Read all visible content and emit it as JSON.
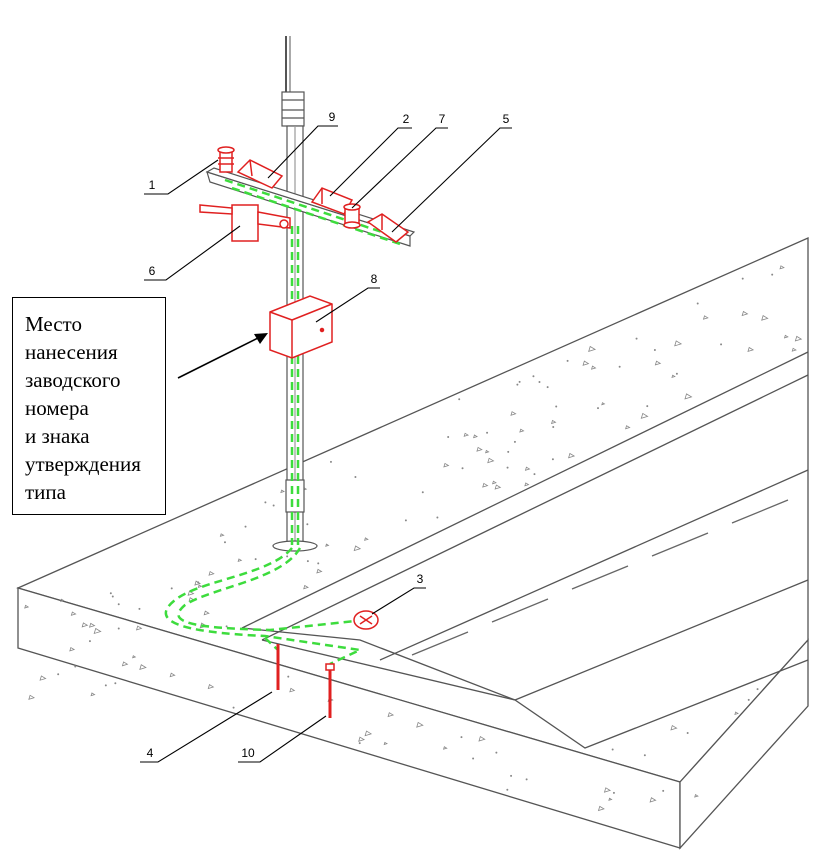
{
  "note": {
    "lines": [
      "Место",
      "нанесения",
      "заводского",
      "номера",
      "и знака",
      "утверждения",
      "типа"
    ]
  },
  "callouts": [
    {
      "id": "1",
      "label": "1"
    },
    {
      "id": "2",
      "label": "2"
    },
    {
      "id": "3",
      "label": "3"
    },
    {
      "id": "4",
      "label": "4"
    },
    {
      "id": "5",
      "label": "5"
    },
    {
      "id": "6",
      "label": "6"
    },
    {
      "id": "7",
      "label": "7"
    },
    {
      "id": "8",
      "label": "8"
    },
    {
      "id": "9",
      "label": "9"
    },
    {
      "id": "10",
      "label": "10"
    }
  ],
  "colors": {
    "component": "#e02020",
    "cable": "#3ddc3d",
    "line": "#555555",
    "text": "#000000"
  }
}
